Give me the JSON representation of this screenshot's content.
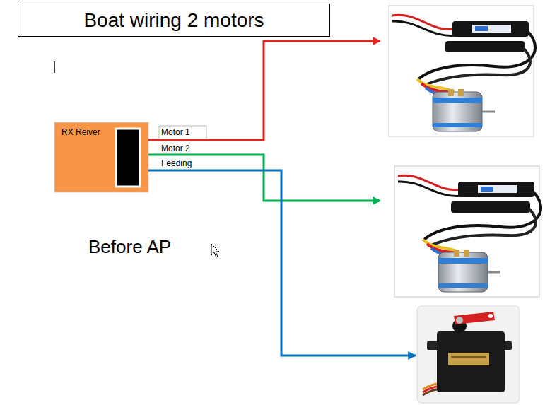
{
  "diagram": {
    "title": "Boat wiring 2 motors",
    "nodes": [
      {
        "text": [
          "RX Reiver"
        ]
      }
    ],
    "labels": [
      "Motor 1",
      "Motor 2",
      "Feeding",
      "Before AP"
    ]
  }
}
